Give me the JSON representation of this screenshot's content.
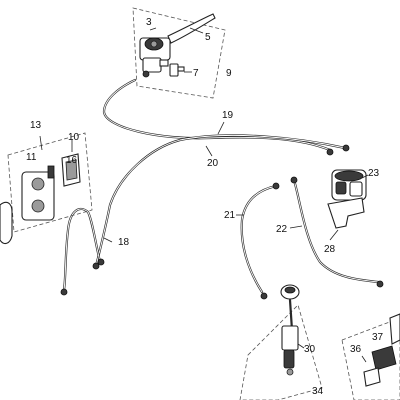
{
  "callouts": [
    {
      "id": "c3",
      "label": "3"
    },
    {
      "id": "c5",
      "label": "5"
    },
    {
      "id": "c7",
      "label": "7"
    },
    {
      "id": "c9",
      "label": "9"
    },
    {
      "id": "c10",
      "label": "10"
    },
    {
      "id": "c11",
      "label": "11"
    },
    {
      "id": "c13",
      "label": "13"
    },
    {
      "id": "c16",
      "label": "16"
    },
    {
      "id": "c18",
      "label": "18"
    },
    {
      "id": "c19",
      "label": "19"
    },
    {
      "id": "c20",
      "label": "20"
    },
    {
      "id": "c21",
      "label": "21"
    },
    {
      "id": "c22",
      "label": "22"
    },
    {
      "id": "c23",
      "label": "23"
    },
    {
      "id": "c28",
      "label": "28"
    },
    {
      "id": "c30",
      "label": "30"
    },
    {
      "id": "c34",
      "label": "34"
    },
    {
      "id": "c36",
      "label": "36"
    },
    {
      "id": "c37",
      "label": "37"
    }
  ]
}
